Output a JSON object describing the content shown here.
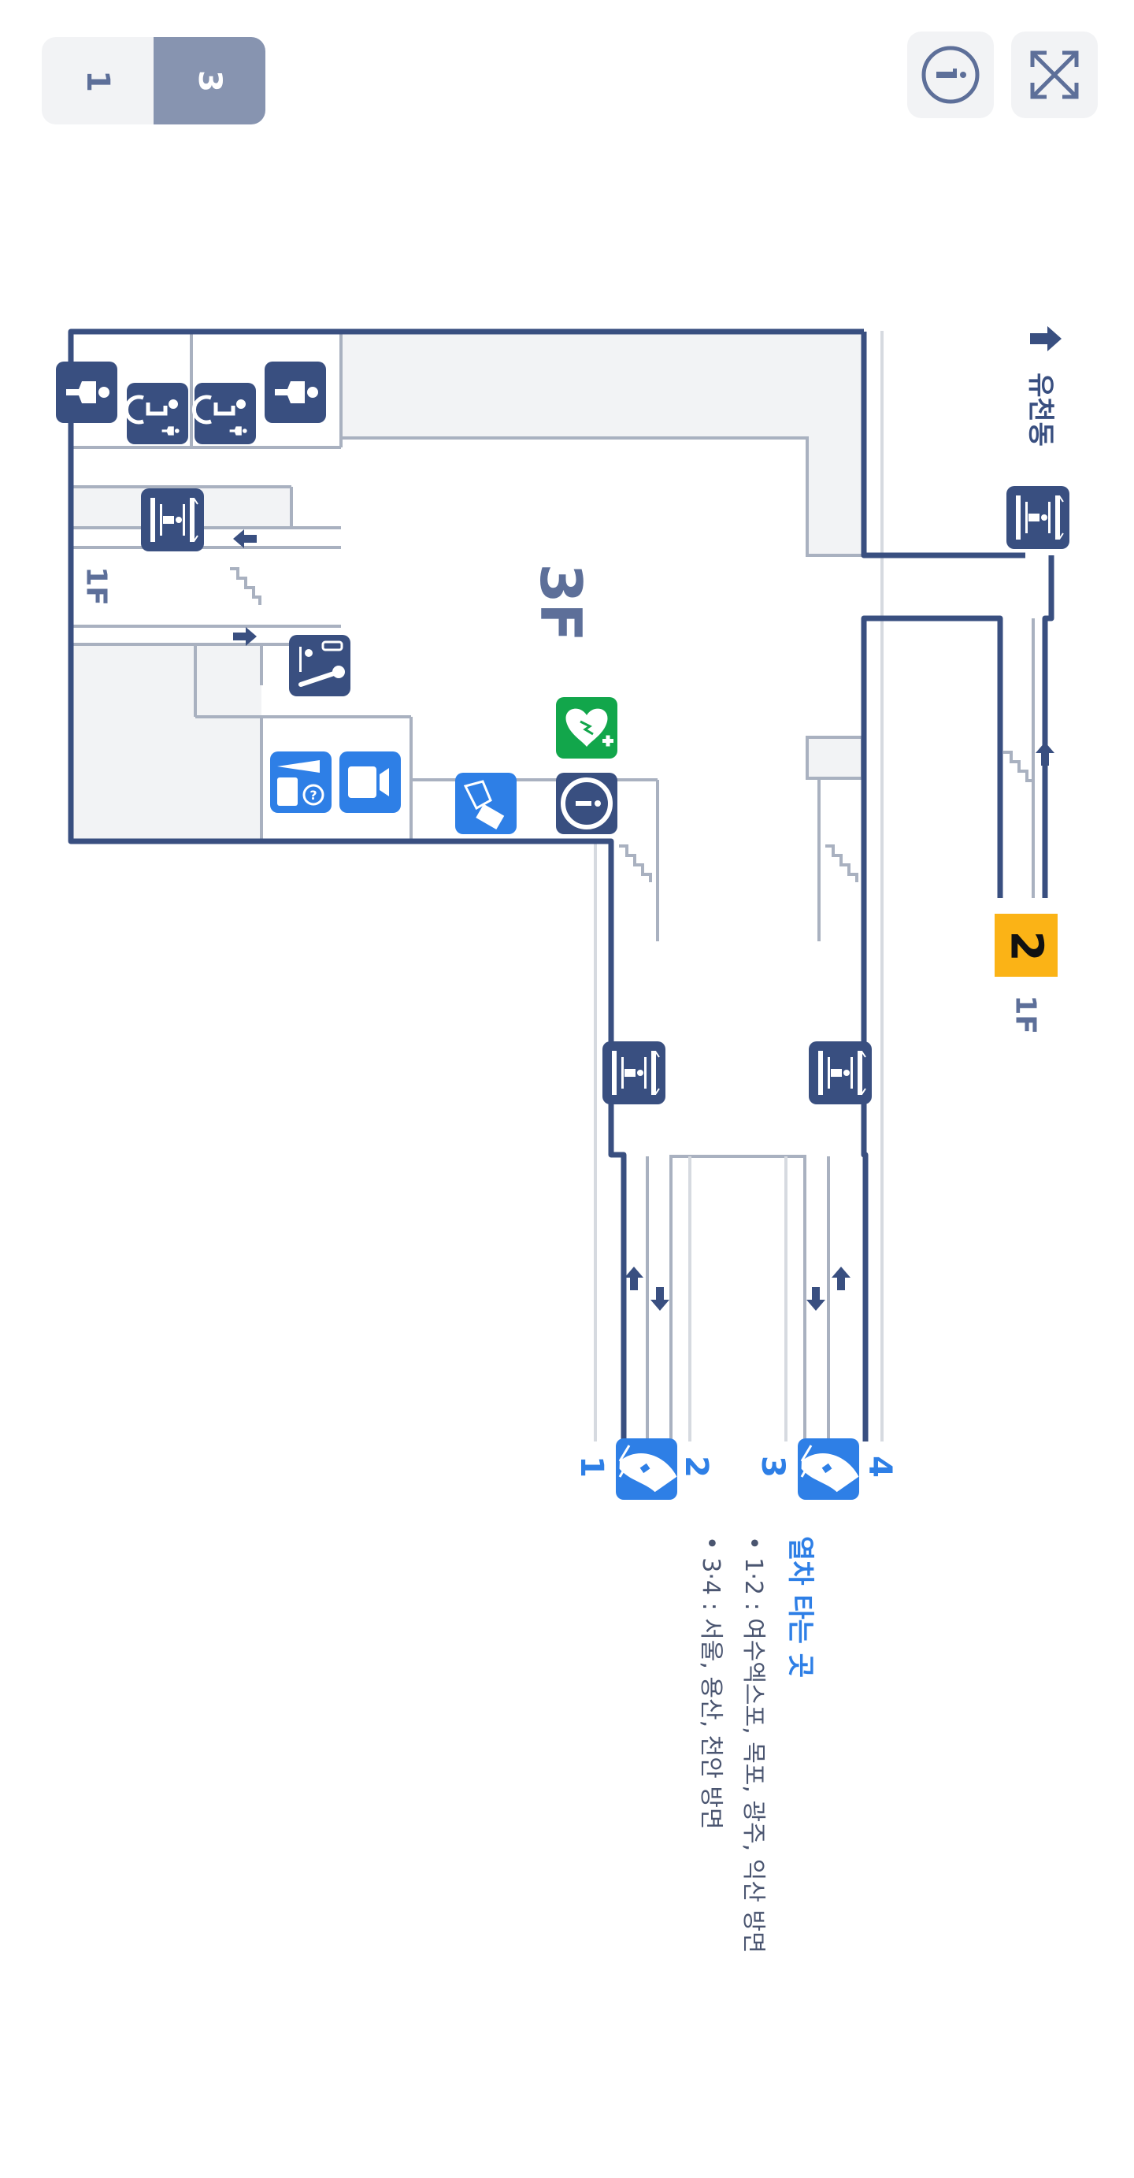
{
  "floor_selector": {
    "floors": [
      {
        "label": "1",
        "active": false
      },
      {
        "label": "3",
        "active": true
      }
    ]
  },
  "toolbar": {
    "info_icon": "info-circle-icon",
    "expand_icon": "expand-arrows-icon"
  },
  "map": {
    "floor_label": "3F",
    "left_stair_floor_label": "1F",
    "exit_direction_label": "유천동",
    "exit_floor_label": "1F",
    "subway_line_badge": "2",
    "platform_numbers": [
      "1",
      "2",
      "3",
      "4"
    ],
    "facilities": [
      "restroom-male-icon",
      "accessible-restroom-female-icon",
      "accessible-restroom-male-icon",
      "restroom-female-icon",
      "elevator-icon",
      "nursing-room-icon",
      "lost-and-found-icon",
      "lockers-icon",
      "ticket-office-icon",
      "aed-icon",
      "information-icon",
      "train-platform-icon"
    ]
  },
  "legend": {
    "title": "열차 타는 곳",
    "items": [
      "• 1·2 : 여수엑스포, 목포, 광주, 익산 방면",
      "• 3·4 : 서울, 용산, 천안 방면"
    ]
  },
  "colors": {
    "wall": "#394f80",
    "thin_line": "#a9b1c0",
    "light_line": "#d6dae0",
    "room_fill": "#f2f3f5",
    "icon_dark": "#394f80",
    "icon_blue": "#2e7fe6",
    "aed_green": "#12a64b",
    "line2_badge": "#fbb316",
    "floor_label": "#5d6f99",
    "legend_title": "#2e7fe6",
    "legend_text": "#4a5570"
  }
}
